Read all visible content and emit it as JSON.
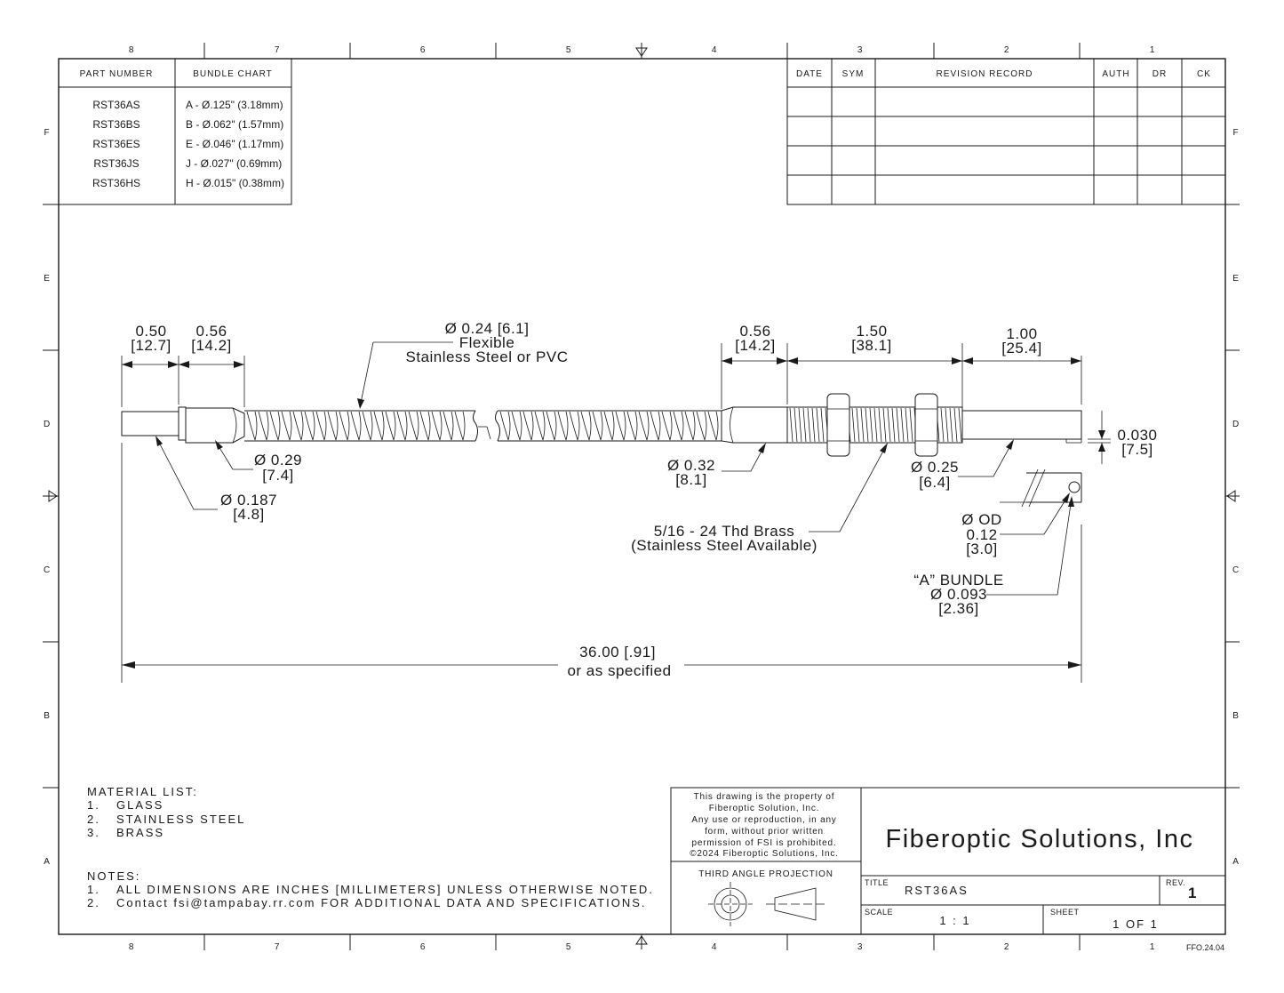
{
  "border": {
    "columns": [
      "8",
      "7",
      "6",
      "5",
      "4",
      "3",
      "2",
      "1"
    ],
    "rows": [
      "F",
      "E",
      "D",
      "C",
      "B",
      "A"
    ]
  },
  "part_table": {
    "headers": [
      "PART NUMBER",
      "BUNDLE CHART"
    ],
    "rows": [
      {
        "part": "RST36AS",
        "bundle": "A - Ø.125\" (3.18mm)"
      },
      {
        "part": "RST36BS",
        "bundle": "B - Ø.062\" (1.57mm)"
      },
      {
        "part": "RST36ES",
        "bundle": "E - Ø.046\" (1.17mm)"
      },
      {
        "part": "RST36JS",
        "bundle": "J  - Ø.027\" (0.69mm)"
      },
      {
        "part": "RST36HS",
        "bundle": "H - Ø.015\" (0.38mm)"
      }
    ]
  },
  "revision_table": {
    "headers": [
      "DATE",
      "SYM",
      "REVISION RECORD",
      "AUTH",
      "DR",
      "CK"
    ]
  },
  "dimensions": {
    "d1_top": "0.50",
    "d1_bot": "[12.7]",
    "d2_top": "0.56",
    "d2_bot": "[14.2]",
    "flex_l1": "Ø 0.24 [6.1]",
    "flex_l2": "Flexible",
    "flex_l3": "Stainless Steel or PVC",
    "d3_top": "0.56",
    "d3_bot": "[14.2]",
    "d4_top": "1.50",
    "d4_bot": "[38.1]",
    "d5_top": "1.00",
    "d5_bot": "[25.4]",
    "tip_top": "0.030",
    "tip_bot": "[7.5]",
    "dia029_top": "Ø 0.29",
    "dia029_bot": "[7.4]",
    "dia0187_top": "Ø 0.187",
    "dia0187_bot": "[4.8]",
    "dia032_top": "Ø 0.32",
    "dia032_bot": "[8.1]",
    "dia025_top": "Ø 0.25",
    "dia025_bot": "[6.4]",
    "thread_l1": "5/16 - 24 Thd Brass",
    "thread_l2": "(Stainless Steel Available)",
    "od_l1": "Ø OD",
    "od_l2": "0.12",
    "od_l3": "[3.0]",
    "bundle_l1": "“A” BUNDLE",
    "bundle_l2": "Ø 0.093",
    "bundle_l3": "[2.36]",
    "length_l1": "36.00 [.91]",
    "length_l2": "or as specified"
  },
  "materials": {
    "title": "MATERIAL LIST:",
    "items": [
      {
        "n": "1.",
        "t": "GLASS"
      },
      {
        "n": "2.",
        "t": "STAINLESS STEEL"
      },
      {
        "n": "3.",
        "t": "BRASS"
      }
    ]
  },
  "notes": {
    "title": "NOTES:",
    "items": [
      {
        "n": "1.",
        "t": "ALL DIMENSIONS ARE INCHES [MILLIMETERS] UNLESS OTHERWISE NOTED."
      },
      {
        "n": "2.",
        "t": "Contact fsi@tampabay.rr.com FOR ADDITIONAL DATA AND SPECIFICATIONS."
      }
    ]
  },
  "title_block": {
    "property": [
      "This drawing is the property of",
      "Fiberoptic Solution, Inc.",
      "Any use or reproduction, in any",
      "form, without prior written",
      "permission of FSI is prohibited.",
      "©2024 Fiberoptic Solutions, Inc."
    ],
    "projection": "THIRD ANGLE PROJECTION",
    "company": "Fiberoptic Solutions, Inc",
    "title_label": "TITLE",
    "title": "RST36AS",
    "rev_label": "REV.",
    "rev": "1",
    "scale_label": "SCALE",
    "scale": "1 : 1",
    "sheet_label": "SHEET",
    "sheet": "1  OF 1",
    "doc_code": "FFO.24.04"
  }
}
